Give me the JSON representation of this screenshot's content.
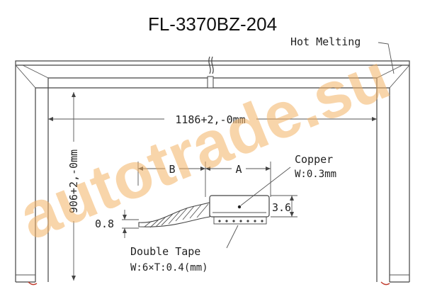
{
  "title": "FL-3370BZ-204",
  "labels": {
    "hot_melting": "Hot Melting",
    "width_dim": "1186+2,-0mm",
    "height_dim": "906+2,-0mm",
    "dim_a": "A",
    "dim_b": "B",
    "copper": "Copper",
    "copper_width": "W:0.3mm",
    "height_36": "3.6",
    "thickness_08": "0.8",
    "double_tape": "Double Tape",
    "tape_size": "W:6×T:0.4(mm)"
  },
  "watermark": "autotrade.su",
  "colors": {
    "watermark": "#f4b366",
    "line": "#444444"
  }
}
